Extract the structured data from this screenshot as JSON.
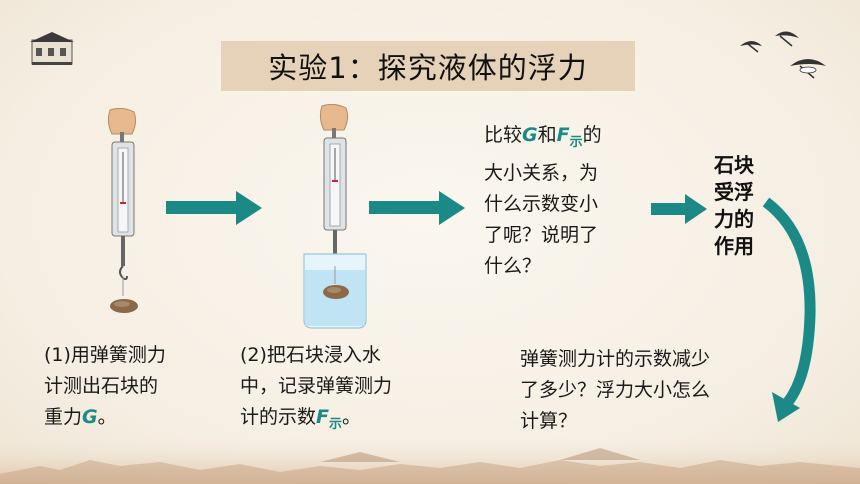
{
  "title": "实验1：探究液体的浮力",
  "step1": {
    "line1": "(1)用弹簧测力",
    "line2": "计测出石块的",
    "line3_prefix": "重力",
    "line3_symbol": "G",
    "line3_suffix": "。"
  },
  "step2": {
    "line1": "(2)把石块浸入水",
    "line2": "中，记录弹簧测力",
    "line3_prefix": "计的示数",
    "line3_symbol": "F",
    "line3_subscript": "示",
    "line3_suffix": "。"
  },
  "question1": {
    "line1_prefix": "比较",
    "line1_symbol_g": "G",
    "line1_and": "和",
    "line1_symbol_f": "F",
    "line1_subscript": "示",
    "line1_suffix": "的",
    "line2": "大小关系，为",
    "line3": "什么示数变小",
    "line4": "了呢？说明了",
    "line5": "什么？"
  },
  "conclusion": {
    "line1": "石块",
    "line2": "受浮",
    "line3": "力的",
    "line4": "作用"
  },
  "question2": {
    "line1": "弹簧测力计的示数减少",
    "line2": "了多少？浮力大小怎么",
    "line3": "计算？"
  },
  "colors": {
    "arrow": "#1b8a86",
    "title_bg": "#e6d2b8",
    "symbol": "#1b8a86"
  }
}
